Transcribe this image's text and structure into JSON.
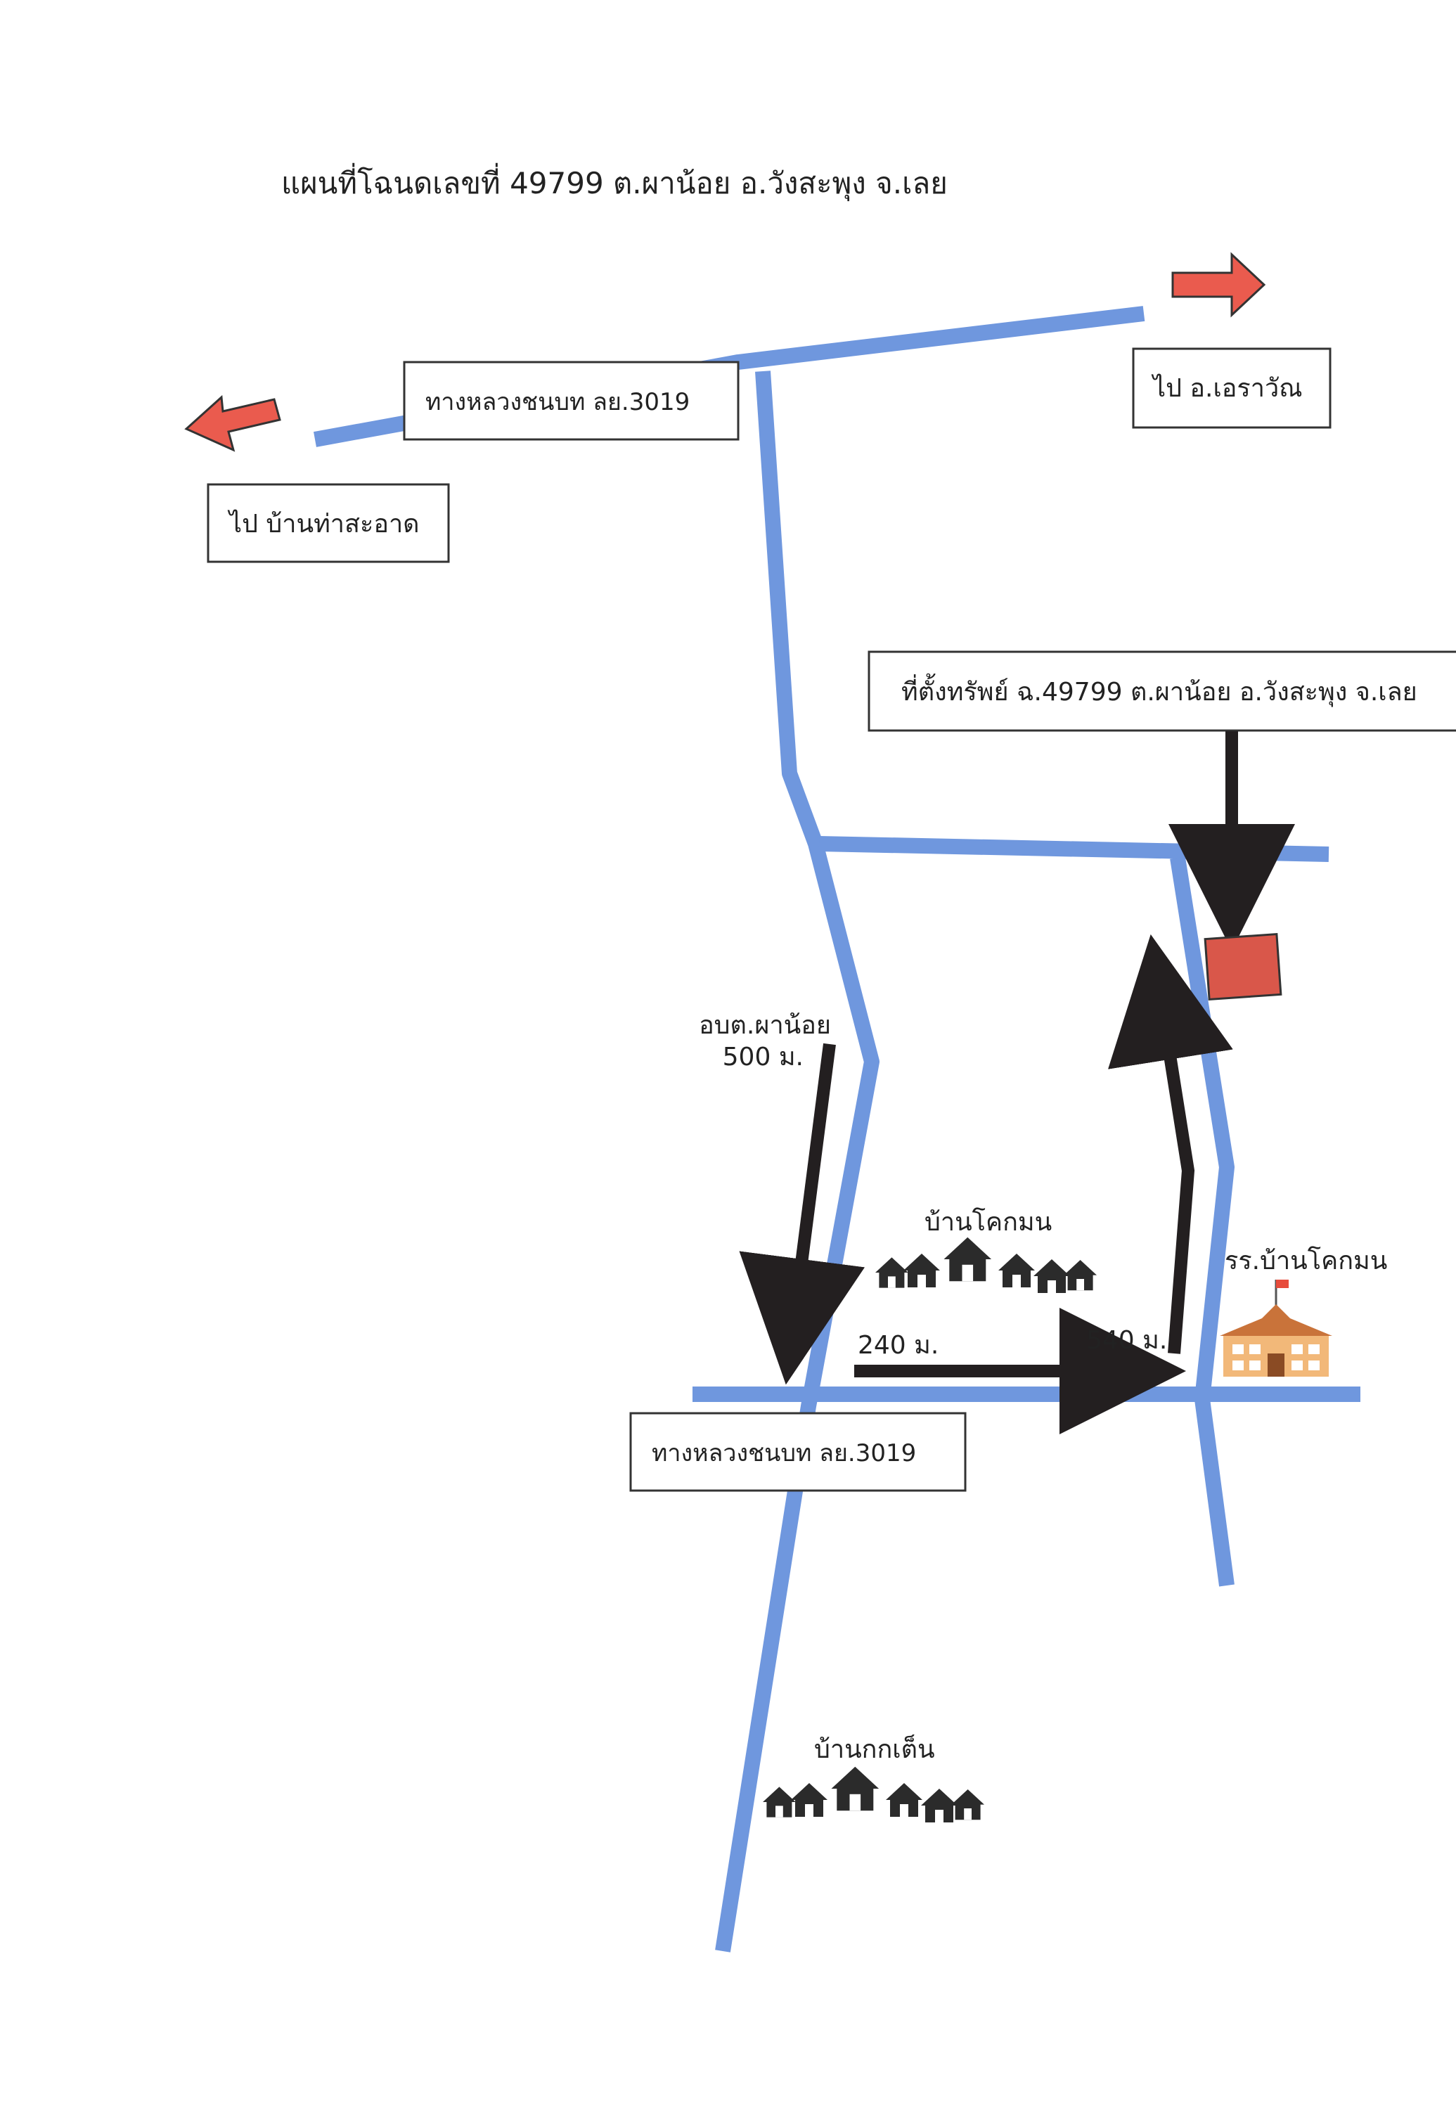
{
  "title": "แผนที่โฉนดเลขที่  49799  ต.ผาน้อย  อ.วังสะพุง  จ.เลย",
  "labels": {
    "road_top": "ทางหลวงชนบท ลย.3019",
    "road_bottom": "ทางหลวงชนบท ลย.3019",
    "to_left": "ไป บ้านท่าสะอาด",
    "to_right": "ไป อ.เอราวัณ",
    "property": "ที่ตั้งทรัพย์ ฉ.49799  ต.ผาน้อย  อ.วังสะพุง  จ.เลย",
    "obt_name": "อบต.ผาน้อย",
    "obt_distance": "500 ม.",
    "village_kokmon": "บ้านโคกมน",
    "school": "รร.บ้านโคกมน",
    "dist_240": "240 ม.",
    "dist_540": "540 ม.",
    "village_kokten": "บ้านกกเต็น"
  },
  "colors": {
    "road": "#6f97de",
    "direction_arrow": "#ea5b4e",
    "route_arrow": "#231f20",
    "property_marker": "#d9574a",
    "house": "#2b2b2b",
    "school": "#e69a4e"
  },
  "icons": {
    "village": "houses-icon",
    "school": "school-icon",
    "property": "property-marker-icon"
  }
}
